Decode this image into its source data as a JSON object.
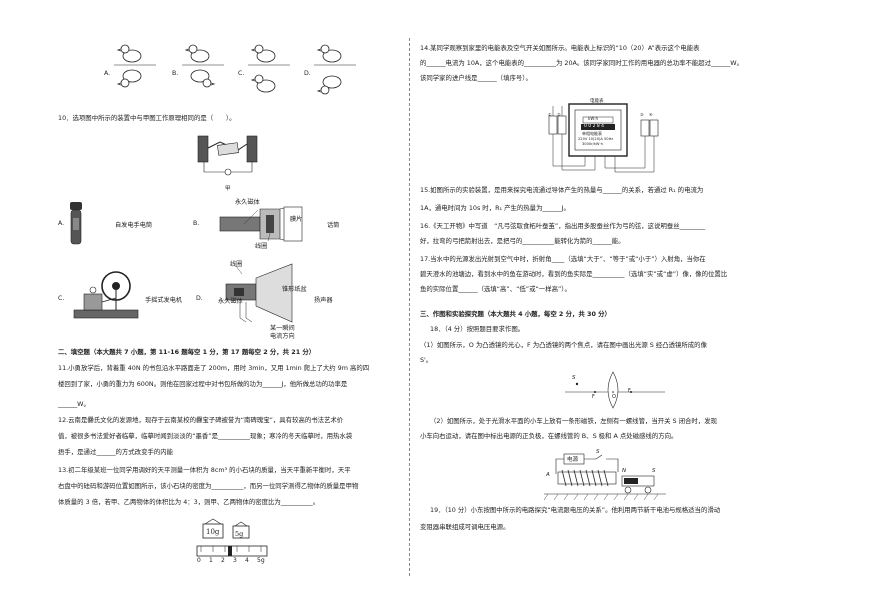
{
  "ducks": {
    "options": [
      "A.",
      "B.",
      "C.",
      "D."
    ]
  },
  "q10": {
    "text": "10．选项图中所示的装置中与甲图工作原理相同的是（　　）。",
    "jia": "甲",
    "optA_letter": "A.",
    "optA_label": "自发电手电筒",
    "optB_letter": "B.",
    "optB_magnet": "永久磁体",
    "optB_membrane": "膜片",
    "optB_coil": "线圈",
    "optB_label": "话筒",
    "optC_letter": "C.",
    "optC_label": "手摇式发电机",
    "optD_letter": "D.",
    "optD_coil": "线圈",
    "optD_magnet": "永久磁体",
    "optD_cone": "锥形纸盆",
    "optD_label": "扬声器",
    "optD_period": "某一瞬间",
    "optD_current": "电流方向"
  },
  "sec2": {
    "heading": "二、填空题（本大题共 7 小题，第 11-16 题每空 1 分，第 17 题每空 2 分，共 21 分）"
  },
  "q11": {
    "line1": "11.小勇放学后，背着重 40N 的书包沿水平路面走了 200m，用时 3min，又用 1min 爬上了大约 9m 高的四",
    "line2": "楼回到了家，小勇的重力为 600N。则他在回家过程中对书包所做的功为______J，他所做总功的功率是",
    "line3": "______W。"
  },
  "q12": {
    "line1": "12.云南是爨氏文化的发源地，现存于云南某校的爨宝子碑被誉为“南碑瑰宝”，具有较高的书法艺术价",
    "line2": "值，被很多书法爱好者临摹，临摹时闻到淡淡的“墨香”是__________现象；寒冷的冬天临摹时，用热水袋",
    "line3": "捂手，是通过______的方式改变手的内能"
  },
  "q13": {
    "line1": "13.初二年级某班一位同学用调好的天平测量一体积为 8cm³ 的小石块的质量，当天平重新平衡时，天平",
    "line2": "右盘中的砝码和游码位置如图所示，该小石块的密度为__________，而另一位同学测得乙物体的质量是甲物",
    "line3": "体质量的 3 倍，若甲、乙两物体的体积比为 4：3，则甲、乙两物体的密度比为__________。",
    "weight1": "10g",
    "weight2": "5g",
    "scale": [
      "0",
      "1",
      "2",
      "3",
      "4",
      "5g"
    ]
  },
  "q14": {
    "line1": "14.某同学观察到家里的电能表及空气开关如图所示。电能表上标识的“10（20）A”表示这个电能表",
    "line2": "的______电流为 10A，这个电能表的__________为 20A。该同学家同时工作的用电器的总功率不能超过______W。",
    "line3": "该同学家的进户线是______（填序号）。",
    "meter_title": "电能表",
    "meter_unit": "kW·h",
    "meter_digits": "0 0 2 8 4",
    "meter_name": "单相电能表",
    "meter_spec": "220V 10(20)A 50Hz",
    "meter_rev": "3000r/kW·h",
    "wire_labels": [
      "①",
      "②",
      "③",
      "④"
    ]
  },
  "q15": {
    "line1": "15.如图所示的实验装置，是用来探究电流通过导体产生的热量与______的关系，若通过 R₁ 的电流为",
    "line2": "1A，通电时间为 10s 时，R₁ 产生的热量为______J。"
  },
  "q16": {
    "line1": "16.《天工开物》中写道　“凡弓弦取食柘叶蚕茧”，指出用多股蚕丝作为弓的弦，这说明蚕丝________",
    "line2": "好，拉弯的弓把箭射出去，是把弓的__________能转化为箭的______能。"
  },
  "q17": {
    "line1": "17.当水中的光源发出光射到空气中时，折射角____（选填“大于”、“等于”或“小于”）入射角，当你在",
    "line2": "碧天澄水的池塘边，看到水中的鱼在游动时，看到的鱼实际是__________（选填“实”或“虚”）像，像的位置比",
    "line3": "鱼的实际位置______（选填“高”、“低”或“一样高”）。"
  },
  "sec3": {
    "heading": "三、作图和实验探究题（本大题共 4 小题，每空 2 分，共 30 分）"
  },
  "q18": {
    "line0": "18．（4 分）按照题目要求作图。",
    "line1": "（1）如图所示，O 为凸透镜的光心，F 为凸透镜的两个焦点，请在图中画出光源 S 经凸透镜所成的像",
    "line2": "S'。",
    "lens_S": "S",
    "lens_F1": "F",
    "lens_O": "O",
    "lens_F2": "F",
    "line3": "（2）如图所示，处于光滑水平面的小车上放有一条形磁铁，左侧有一螺线管，当开关 S 闭合时，发现",
    "line4": "小车向右运动，请在图中标出电源的正负极，在螺线管的 B、S 极和 A 点处磁感线的方向。",
    "power": "电源",
    "switch_S": "S",
    "point_A": "A",
    "magnet_N": "N",
    "magnet_S": "S"
  },
  "q19": {
    "line1": "19．（10 分）小东按图中所示的电路探究“电流跟电压的关系”。他利用两节新干电池与规格适当的滑动",
    "line2": "变阻器串联组成可调电压电源。"
  }
}
